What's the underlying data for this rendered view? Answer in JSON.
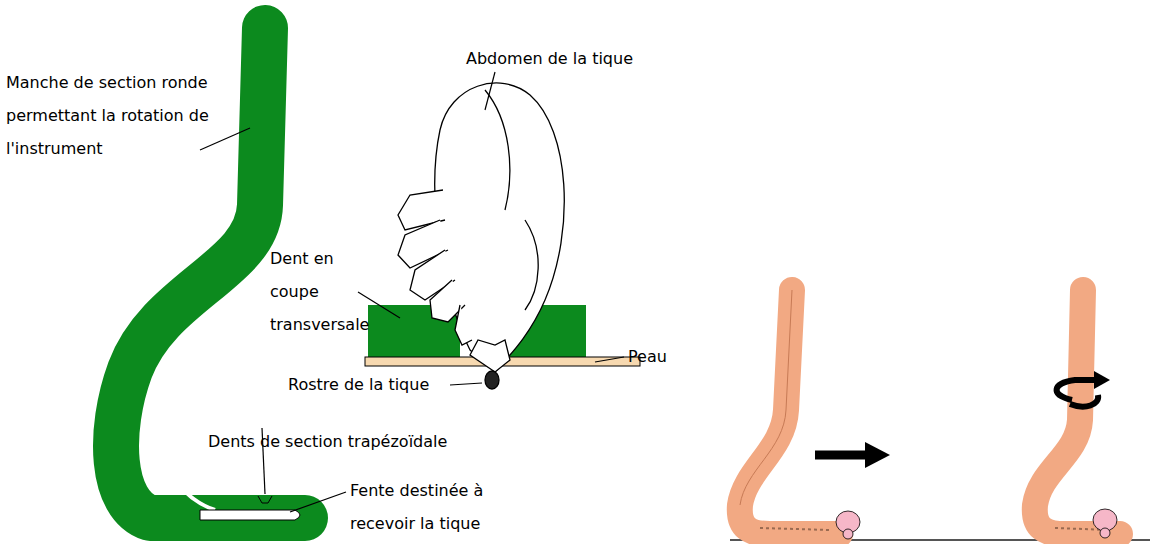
{
  "diagram": {
    "labels": [
      "Manche de section ronde permettant la rotation de l'instrument",
      "Abdomen de la tique",
      "Dent en coupe transversale",
      "Peau",
      "Rostre de la tique",
      "Dents de section trapézoïdale",
      "Fente destinée à recevoir la tique"
    ]
  }
}
